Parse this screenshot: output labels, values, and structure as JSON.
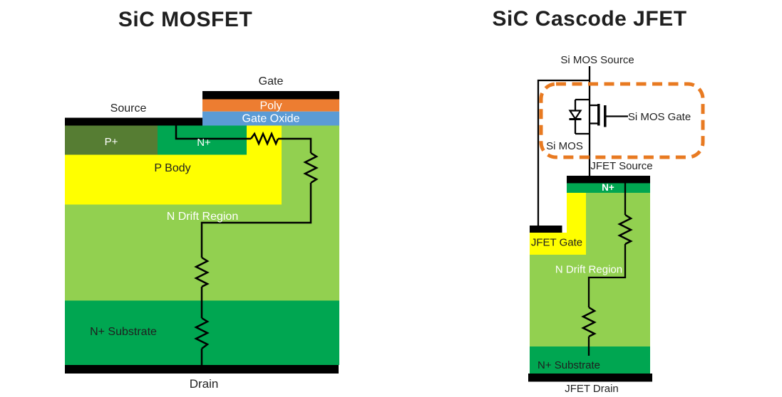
{
  "titles": {
    "left": "SiC MOSFET",
    "right": "SiC Cascode JFET"
  },
  "colors": {
    "title": "#51627b",
    "black": "#000000",
    "p_plus_green": "#567d33",
    "n_plus_green": "#00a651",
    "light_green": "#92d050",
    "yellow": "#ffff00",
    "poly_orange": "#ed7d31",
    "oxide_blue": "#5b9bd5",
    "dash_orange": "#e87a21",
    "white_text": "#ffffff",
    "label_text": "#1f1f1f"
  },
  "left_diagram": {
    "labels": {
      "gate": "Gate",
      "source": "Source",
      "poly": "Poly",
      "gate_oxide": "Gate Oxide",
      "p_plus": "P+",
      "n_plus": "N+",
      "p_body": "P Body",
      "n_drift": "N Drift Region",
      "n_substrate": "N+ Substrate",
      "drain": "Drain"
    }
  },
  "right_diagram": {
    "labels": {
      "si_mos_source": "Si MOS Source",
      "si_mos_gate": "Si MOS Gate",
      "si_mos": "Si MOS",
      "jfet_source": "JFET Source",
      "n_plus": "N+",
      "jfet_gate": "JFET Gate",
      "n_drift": "N Drift Region",
      "n_substrate": "N+ Substrate",
      "jfet_drain": "JFET Drain"
    }
  }
}
